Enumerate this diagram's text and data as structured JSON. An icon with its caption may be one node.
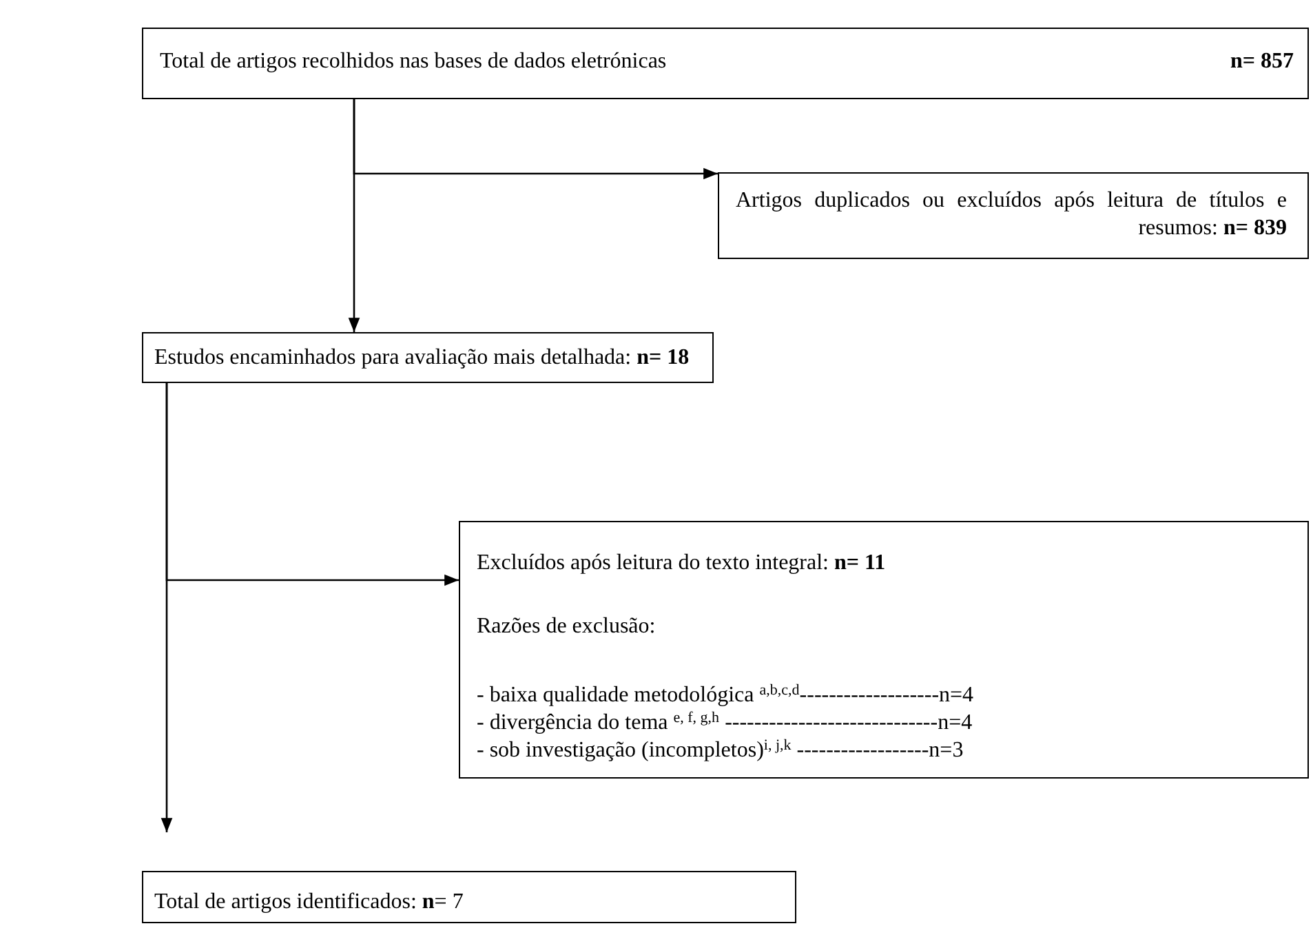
{
  "diagram": {
    "nodes": [
      {
        "text": [
          "Total de artigos recolhidos nas bases de dados eletrónicas",
          "n= 857"
        ]
      },
      {
        "text": [
          "Artigos duplicados ou excluídos após leitura de títulos e resumos: **n= 839**"
        ]
      },
      {
        "text": [
          "Estudos encaminhados para avaliação mais detalhada: **n= 18**"
        ]
      },
      {
        "text": [
          "Excluídos após leitura do texto integral: **n= 11**",
          "Razões de exclusão:",
          "- baixa qualidade metodológica $^{a,b,c,d}$-------------------n=4",
          "- divergência do tema $^{e, f, g,h}$ -----------------------------n=4",
          "- sob investigação (incompletos)$^{i, j,k}$ ------------------n=3"
        ]
      },
      {
        "text": [
          "Total de artigos identificados: **n**= 7"
        ]
      }
    ],
    "edges": [
      {
        "from": 0,
        "to": 2,
        "arrow": "to"
      },
      {
        "from": 0,
        "to": 1,
        "arrow": "to"
      },
      {
        "from": 2,
        "to": 4,
        "arrow": "to"
      },
      {
        "from": 2,
        "to": 3,
        "arrow": "to"
      }
    ]
  }
}
